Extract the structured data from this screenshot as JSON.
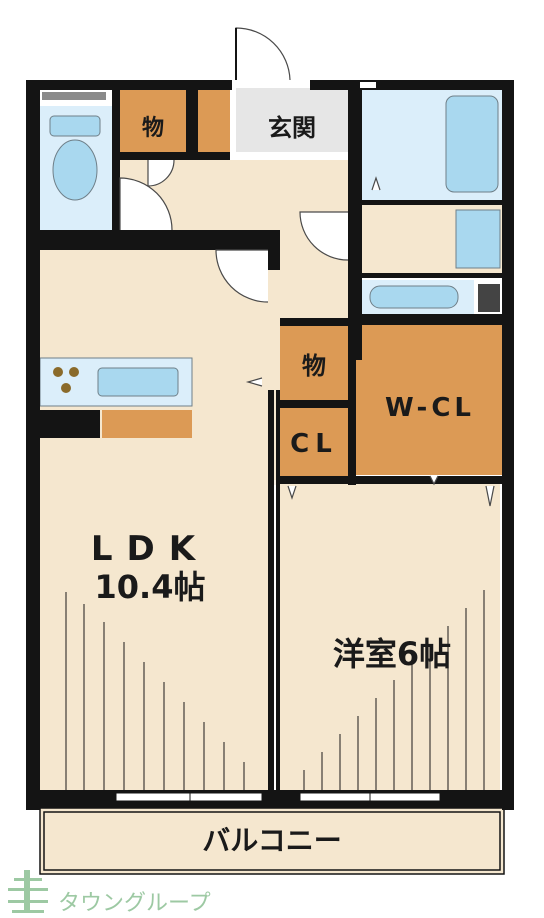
{
  "rooms": {
    "storage_top": "物",
    "entrance": "玄関",
    "storage_mid": "物",
    "wcl": "W-CL",
    "cl": "CL",
    "ldk_name": "LDK",
    "ldk_size": "10.4帖",
    "western": "洋室6帖",
    "balcony": "バルコニー"
  },
  "watermark": {
    "company": "タウングループ"
  },
  "colors": {
    "floor": "#f5e7cf",
    "wall": "#141414",
    "storage": "#dc9a55",
    "wet": "#dbeefa",
    "fixture": "#a9d8ef",
    "grey": "#e6e6e6",
    "watermark": "#9dc9a3"
  }
}
